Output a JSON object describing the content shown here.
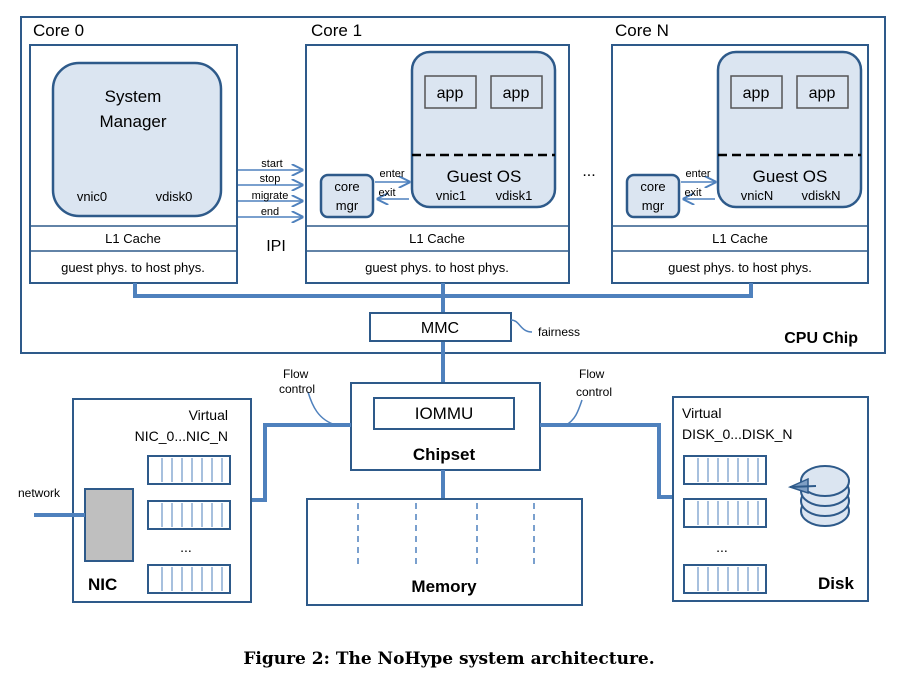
{
  "cpu": {
    "title": "CPU Chip",
    "mmc": "MMC",
    "fairness": "fairness",
    "ipi": "IPI",
    "ipi_msgs": [
      "start",
      "stop",
      "migrate",
      "end"
    ]
  },
  "cores": [
    {
      "label": "Core 0",
      "manager_title_1": "System",
      "manager_title_2": "Manager",
      "vnic": "vnic0",
      "vdisk": "vdisk0",
      "cache": "L1 Cache",
      "mapping": "guest phys. to host phys."
    },
    {
      "label": "Core 1",
      "app1": "app",
      "app2": "app",
      "guest": "Guest OS",
      "vnic": "vnic1",
      "vdisk": "vdisk1",
      "mgr_1": "core",
      "mgr_2": "mgr",
      "enter": "enter",
      "exit": "exit",
      "cache": "L1 Cache",
      "mapping": "guest phys. to host phys."
    },
    {
      "label": "Core N",
      "app1": "app",
      "app2": "app",
      "guest": "Guest OS",
      "vnic": "vnicN",
      "vdisk": "vdiskN",
      "mgr_1": "core",
      "mgr_2": "mgr",
      "enter": "enter",
      "exit": "exit",
      "cache": "L1 Cache",
      "mapping": "guest phys. to host phys."
    }
  ],
  "ellipsis": "...",
  "chipset": {
    "label": "Chipset",
    "iommu": "IOMMU"
  },
  "flow_left": [
    "Flow",
    "control"
  ],
  "flow_right": [
    "Flow",
    "control"
  ],
  "nic": {
    "title": "NIC",
    "virtual_1": "Virtual",
    "virtual_2": "NIC_0...NIC_N",
    "network": "network",
    "ellipsis": "..."
  },
  "disk": {
    "title": "Disk",
    "virtual_1": "Virtual",
    "virtual_2": "DISK_0...DISK_N",
    "ellipsis": "..."
  },
  "memory": {
    "label": "Memory"
  },
  "caption": "Figure 2: The NoHype system architecture."
}
